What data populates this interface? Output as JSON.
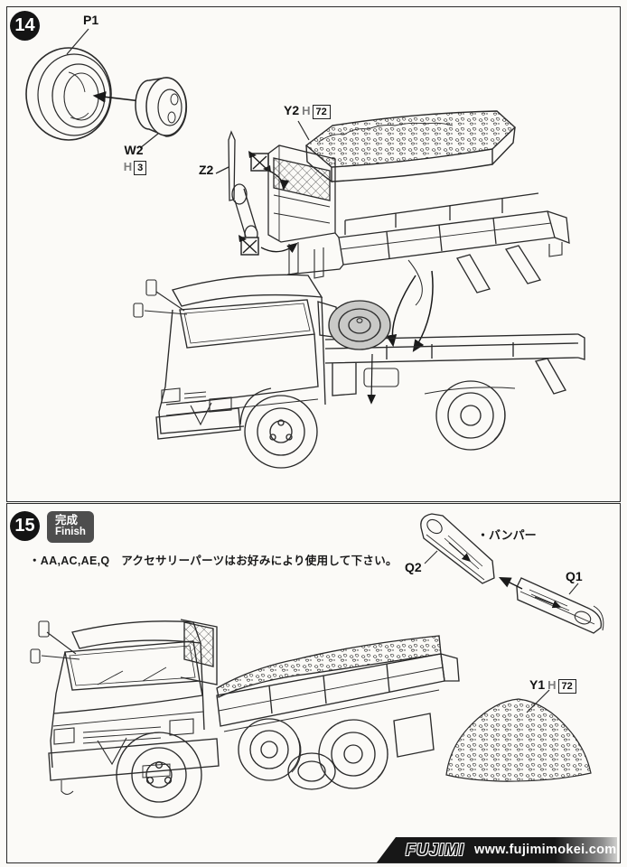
{
  "step14": {
    "number": "14",
    "labels": {
      "p1": "P1",
      "w2": "W2",
      "w2_h": "H",
      "w2_h_num": "3",
      "z2": "Z2",
      "y2": "Y2",
      "y2_h": "H",
      "y2_h_num": "72"
    }
  },
  "step15": {
    "number": "15",
    "finish_jp": "完成",
    "finish_en": "Finish",
    "note": "・AA,AC,AE,Q　アクセサリーパーツはお好みにより使用して下さい。",
    "labels": {
      "bumper": "・バンパー",
      "q2": "Q2",
      "q1": "Q1",
      "y1": "Y1",
      "y1_h": "H",
      "y1_h_num": "72"
    }
  },
  "footer": {
    "logo": "FUJIMI",
    "url": "www.fujimimokei.com"
  }
}
